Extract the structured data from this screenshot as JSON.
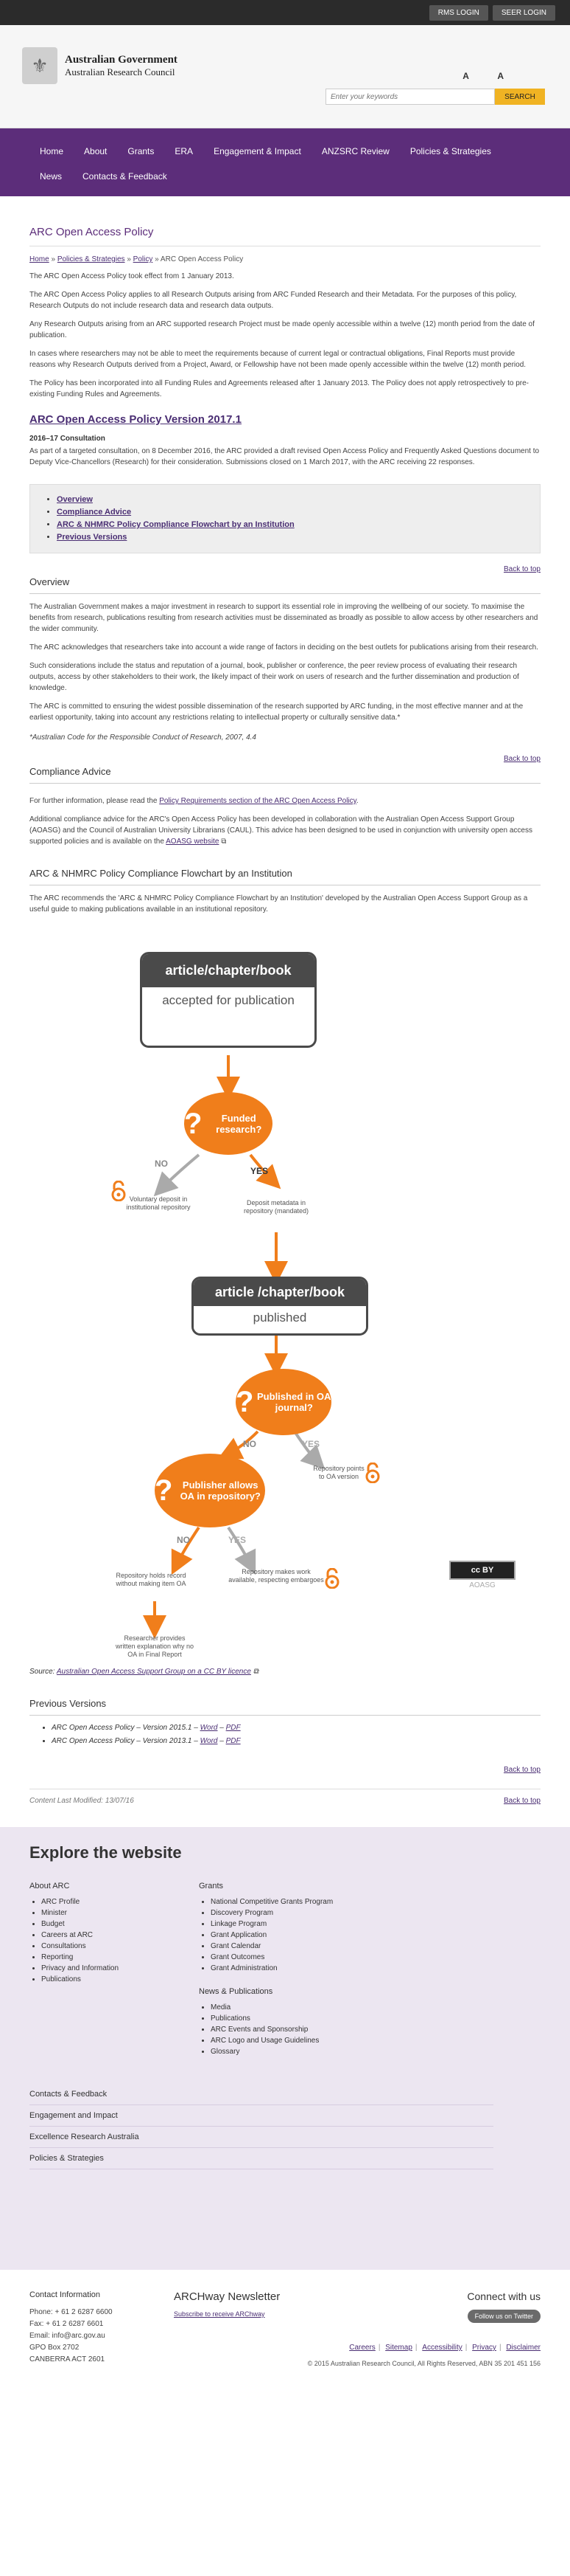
{
  "topbar": {
    "rms_login": "RMS LOGIN",
    "seer_login": "SEER LOGIN"
  },
  "header": {
    "logo_line1": "Australian Government",
    "logo_line2": "Australian Research Council",
    "font_size_label": "A A",
    "search_placeholder": "Enter your keywords",
    "search_button": "SEARCH"
  },
  "nav": [
    "Home",
    "About",
    "Grants",
    "ERA",
    "Engagement & Impact",
    "ANZSRC Review",
    "Policies & Strategies",
    "News",
    "Contacts & Feedback"
  ],
  "page": {
    "title": "ARC Open Access Policy",
    "breadcrumb": {
      "home": "Home",
      "policies": "Policies & Strategies",
      "policy": "Policy",
      "current": "ARC Open Access Policy",
      "sep": "»"
    },
    "intro": [
      "The ARC Open Access Policy took effect from 1 January 2013.",
      "The ARC Open Access Policy applies to all Research Outputs arising from ARC Funded Research and their Metadata. For the purposes of this policy, Research Outputs do not include research data and research data outputs.",
      "Any Research Outputs arising from an ARC supported research Project must be made openly accessible within a twelve (12) month period from the date of publication.",
      "In cases where researchers may not be able to meet the requirements because of current legal or contractual obligations, Final Reports must provide reasons why Research Outputs derived from a Project, Award, or Fellowship have not been made openly accessible within the twelve (12) month period.",
      "The Policy has been incorporated into all Funding Rules and Agreements released after 1 January 2013. The Policy does not apply retrospectively to pre-existing Funding Rules and Agreements."
    ],
    "version_link": "ARC Open Access Policy Version 2017.1",
    "consultation_heading": "2016–17 Consultation",
    "consultation_text": "As part of a targeted consultation, on 8 December 2016, the ARC provided a draft revised Open Access Policy and Frequently Asked Questions document to Deputy Vice-Chancellors (Research) for their consideration. Submissions closed on 1 March 2017, with the ARC receiving 22 responses.",
    "toc": [
      "Overview",
      "Compliance Advice",
      "ARC & NHMRC Policy Compliance Flowchart by an Institution",
      "Previous Versions"
    ],
    "back_to_top": "Back to top",
    "overview_heading": "Overview",
    "overview": [
      "The Australian Government makes a major investment in research to support its essential role in improving the wellbeing of our society. To maximise the benefits from research, publications resulting from research activities must be disseminated as broadly as possible to allow access by other researchers and the wider community.",
      "The ARC acknowledges that researchers take into account a wide range of factors in deciding on the best outlets for publications arising from their research.",
      "Such considerations include the status and reputation of a journal, book, publisher or conference, the peer review process of evaluating their research outputs, access by other stakeholders to their work, the likely impact of their work on users of research and the further dissemination and production of knowledge.",
      "The ARC is committed to ensuring the widest possible dissemination of the research supported by ARC funding, in the most effective manner and at the earliest opportunity, taking into account any restrictions relating to intellectual property or culturally sensitive data.*"
    ],
    "footnote": "*Australian Code for the Responsible Conduct of Research, 2007, 4.4",
    "compliance_heading": "Compliance Advice",
    "compliance_p1_pre": "For further information, please read the ",
    "compliance_p1_link": "Policy Requirements section of the ARC Open Access Policy",
    "compliance_p1_post": ".",
    "compliance_p2_pre": "Additional compliance advice for the ARC's Open Access Policy has been developed in collaboration with the Australian Open Access Support Group (AOASG) and the Council of Australian University Librarians (CAUL). This advice has been designed to be used in conjunction with university open access supported policies and is available on the ",
    "compliance_p2_link": "AOASG website",
    "flowchart_heading": "ARC & NHMRC Policy Compliance Flowchart by an Institution",
    "flowchart_text": "The ARC recommends the 'ARC & NHMRC Policy Compliance Flowchart by an Institution' developed by the Australian Open Access Support Group as a useful guide to making publications available in an institutional repository.",
    "source_pre": "Source: ",
    "source_link": "Australian Open Access Support Group on a CC BY licence",
    "previous_heading": "Previous Versions",
    "previous": [
      {
        "name": "ARC Open Access Policy – Version 2015.1 – ",
        "word": "Word",
        "pdf": "PDF"
      },
      {
        "name": "ARC Open Access Policy – Version 2013.1 – ",
        "word": "Word",
        "pdf": "PDF"
      }
    ],
    "last_modified": "Content Last Modified: 13/07/16"
  },
  "flowchart": {
    "box1_top": "article/chapter/book",
    "box1_bottom": "accepted for publication",
    "q1": "Funded research?",
    "no": "NO",
    "yes": "YES",
    "voluntary": "Voluntary deposit in institutional repository",
    "deposit": "Deposit metadata in repository (mandated)",
    "box2_top": "article /chapter/book",
    "box2_bottom": "published",
    "q2": "Published in OA journal?",
    "points": "Repository points to OA version",
    "q3": "Publisher allows OA in repository?",
    "holds": "Repository holds record without making item OA",
    "makes": "Repository makes work available, respecting embargoes",
    "researcher": "Researcher provides written explanation why no OA in Final Report",
    "cc_label": "cc BY",
    "aoasg": "AOASG"
  },
  "explore": {
    "title": "Explore the website",
    "about_heading": "About ARC",
    "about": [
      "ARC Profile",
      "Minister",
      "Budget",
      "Careers at ARC",
      "Consultations",
      "Reporting",
      "Privacy and Information",
      "Publications"
    ],
    "grants_heading": "Grants",
    "grants": [
      "National Competitive Grants Program",
      "Discovery Program",
      "Linkage Program",
      "Grant Application",
      "Grant Calendar",
      "Grant Outcomes",
      "Grant Administration"
    ],
    "news_heading": "News & Publications",
    "news": [
      "Media",
      "Publications",
      "ARC Events and Sponsorship",
      "ARC Logo and Usage Guidelines",
      "Glossary"
    ],
    "links": [
      "Contacts & Feedback",
      "Engagement and Impact",
      "Excellence Research Australia",
      "Policies & Strategies"
    ]
  },
  "footer": {
    "contact_heading": "Contact Information",
    "contact": [
      "Phone: + 61 2 6287 6600",
      "Fax: + 61 2 6287 6601",
      "Email: info@arc.gov.au",
      "GPO Box 2702",
      "CANBERRA ACT 2601"
    ],
    "news_heading": "ARCHway Newsletter",
    "news_link": "Subscribe to receive ARChway",
    "connect_heading": "Connect with us",
    "twitter": "Follow us on Twitter",
    "links": [
      "Careers",
      "Sitemap",
      "Accessibility",
      "Privacy",
      "Disclaimer"
    ],
    "copyright": "© 2015 Australian Research Council, All Rights Reserved, ABN 35 201 451 156"
  }
}
